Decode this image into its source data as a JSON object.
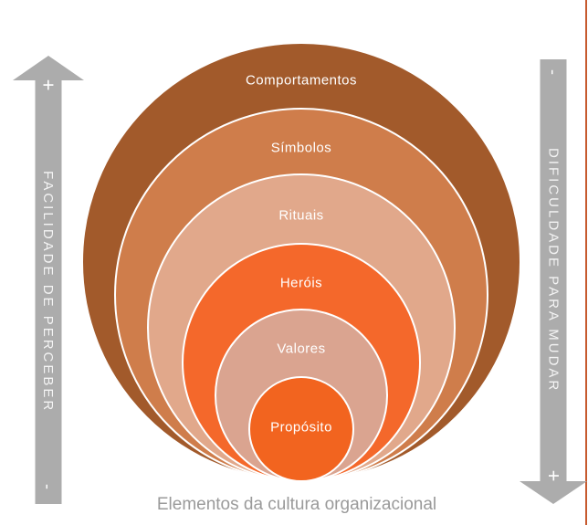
{
  "diagram": {
    "caption": "Elementos da cultura organizacional",
    "caption_color": "#9A9A9A",
    "layers": [
      {
        "label": "Comportamentos",
        "color": "#A25A2B"
      },
      {
        "label": "Símbolos",
        "color": "#CF7D4B"
      },
      {
        "label": "Rituais",
        "color": "#E1A88B"
      },
      {
        "label": "Heróis",
        "color": "#F4682B"
      },
      {
        "label": "Valores",
        "color": "#DAA490"
      },
      {
        "label": "Propósito",
        "color": "#F2641F"
      }
    ]
  },
  "left_arrow": {
    "label": "FACILIDADE DE PERCEBER",
    "direction": "up",
    "top_sign": "+",
    "bottom_sign": "-",
    "color": "#ACACAC"
  },
  "right_arrow": {
    "label": "DIFICULDADE PARA MUDAR",
    "direction": "down",
    "top_sign": "-",
    "bottom_sign": "+",
    "color": "#ACACAC"
  },
  "accent_line_color": "#C65A2E"
}
